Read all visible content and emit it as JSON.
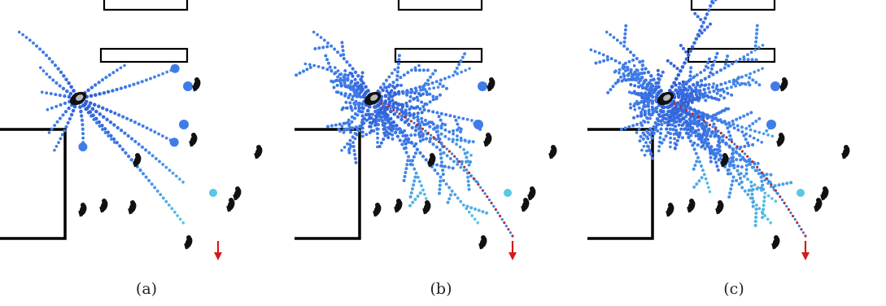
{
  "figure": {
    "panels": [
      {
        "caption": "(a)",
        "density": 1,
        "show_path": false,
        "extra_branch": false
      },
      {
        "caption": "(b)",
        "density": 2,
        "show_path": true,
        "extra_branch": false
      },
      {
        "caption": "(c)",
        "density": 3,
        "show_path": true,
        "extra_branch": true
      }
    ]
  },
  "colors": {
    "tree_deep": "#2f5bd3",
    "tree_mid": "#3f7ce8",
    "tree_light": "#58c7e3",
    "path": "#b03030",
    "goal_arrow": "#d61a1a",
    "walls": "#000000",
    "agents": "#111111"
  },
  "icons": [
    "robot-icon",
    "pedestrian-icon",
    "goal-arrow-icon"
  ]
}
